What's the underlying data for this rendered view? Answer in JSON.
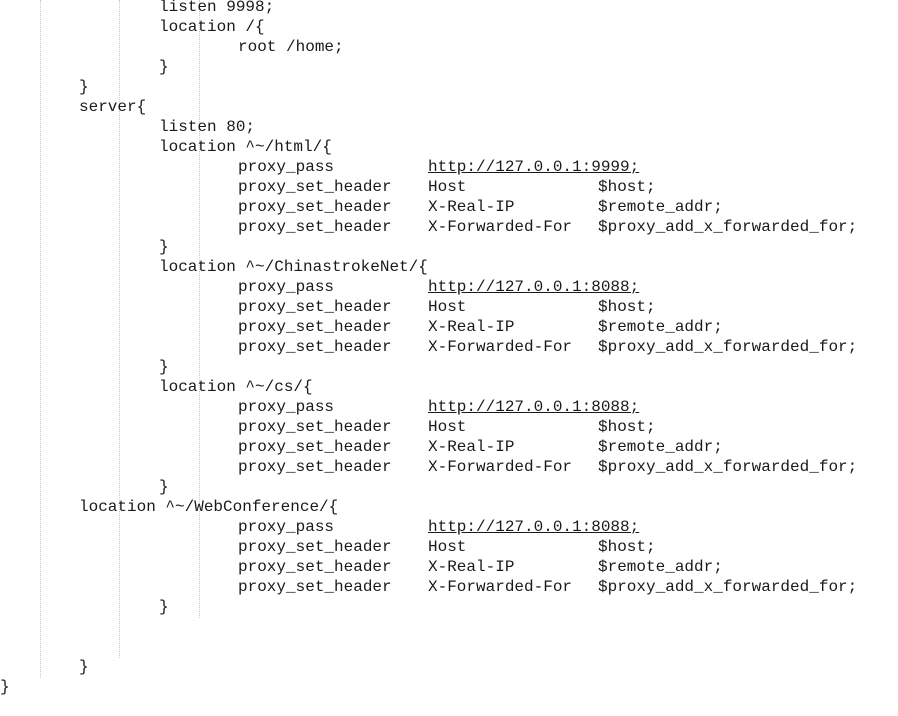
{
  "config": {
    "lines": [
      {
        "indent": 2,
        "tokens": [
          "listen 9998;"
        ]
      },
      {
        "indent": 2,
        "tokens": [
          "location /{"
        ]
      },
      {
        "indent": 3,
        "tokens": [
          "root /home;"
        ]
      },
      {
        "indent": 2,
        "tokens": [
          "}"
        ]
      },
      {
        "indent": 1,
        "tokens": [
          "}"
        ]
      },
      {
        "indent": 1,
        "tokens": [
          "server{"
        ]
      },
      {
        "indent": 2,
        "tokens": [
          "listen 80;"
        ]
      },
      {
        "indent": 2,
        "tokens": [
          "location ^~/html/{"
        ]
      },
      {
        "indent": 3,
        "tokens": [
          "proxy_pass",
          "http://127.0.0.1:9999;"
        ],
        "url": true
      },
      {
        "indent": 3,
        "tokens": [
          "proxy_set_header",
          "Host",
          "$host;"
        ]
      },
      {
        "indent": 3,
        "tokens": [
          "proxy_set_header",
          "X-Real-IP",
          "$remote_addr;"
        ]
      },
      {
        "indent": 3,
        "tokens": [
          "proxy_set_header",
          "X-Forwarded-For",
          "$proxy_add_x_forwarded_for;"
        ]
      },
      {
        "indent": 2,
        "tokens": [
          "}"
        ]
      },
      {
        "indent": 2,
        "tokens": [
          "location ^~/ChinastrokeNet/{"
        ]
      },
      {
        "indent": 3,
        "tokens": [
          "proxy_pass",
          "http://127.0.0.1:8088;"
        ],
        "url": true
      },
      {
        "indent": 3,
        "tokens": [
          "proxy_set_header",
          "Host",
          "$host;"
        ]
      },
      {
        "indent": 3,
        "tokens": [
          "proxy_set_header",
          "X-Real-IP",
          "$remote_addr;"
        ]
      },
      {
        "indent": 3,
        "tokens": [
          "proxy_set_header",
          "X-Forwarded-For",
          "$proxy_add_x_forwarded_for;"
        ]
      },
      {
        "indent": 2,
        "tokens": [
          "}"
        ]
      },
      {
        "indent": 2,
        "tokens": [
          "location ^~/cs/{"
        ]
      },
      {
        "indent": 3,
        "tokens": [
          "proxy_pass",
          "http://127.0.0.1:8088;"
        ],
        "url": true
      },
      {
        "indent": 3,
        "tokens": [
          "proxy_set_header",
          "Host",
          "$host;"
        ]
      },
      {
        "indent": 3,
        "tokens": [
          "proxy_set_header",
          "X-Real-IP",
          "$remote_addr;"
        ]
      },
      {
        "indent": 3,
        "tokens": [
          "proxy_set_header",
          "X-Forwarded-For",
          "$proxy_add_x_forwarded_for;"
        ]
      },
      {
        "indent": 2,
        "tokens": [
          "}"
        ]
      },
      {
        "indent": 1,
        "tokens": [
          "location ^~/WebConference/{"
        ]
      },
      {
        "indent": 3,
        "tokens": [
          "proxy_pass",
          "http://127.0.0.1:8088;"
        ],
        "url": true
      },
      {
        "indent": 3,
        "tokens": [
          "proxy_set_header",
          "Host",
          "$host;"
        ]
      },
      {
        "indent": 3,
        "tokens": [
          "proxy_set_header",
          "X-Real-IP",
          "$remote_addr;"
        ]
      },
      {
        "indent": 3,
        "tokens": [
          "proxy_set_header",
          "X-Forwarded-For",
          "$proxy_add_x_forwarded_for;"
        ]
      },
      {
        "indent": 2,
        "tokens": [
          "}"
        ]
      },
      {
        "indent": 0,
        "tokens": []
      },
      {
        "indent": 0,
        "tokens": []
      },
      {
        "indent": 1,
        "tokens": [
          "}"
        ]
      },
      {
        "indent": 0,
        "tokens": [
          "}"
        ]
      }
    ]
  },
  "colors": {
    "text": "#1a1a1a",
    "background": "#ffffff",
    "indent_guide": "#c8c8c8"
  }
}
